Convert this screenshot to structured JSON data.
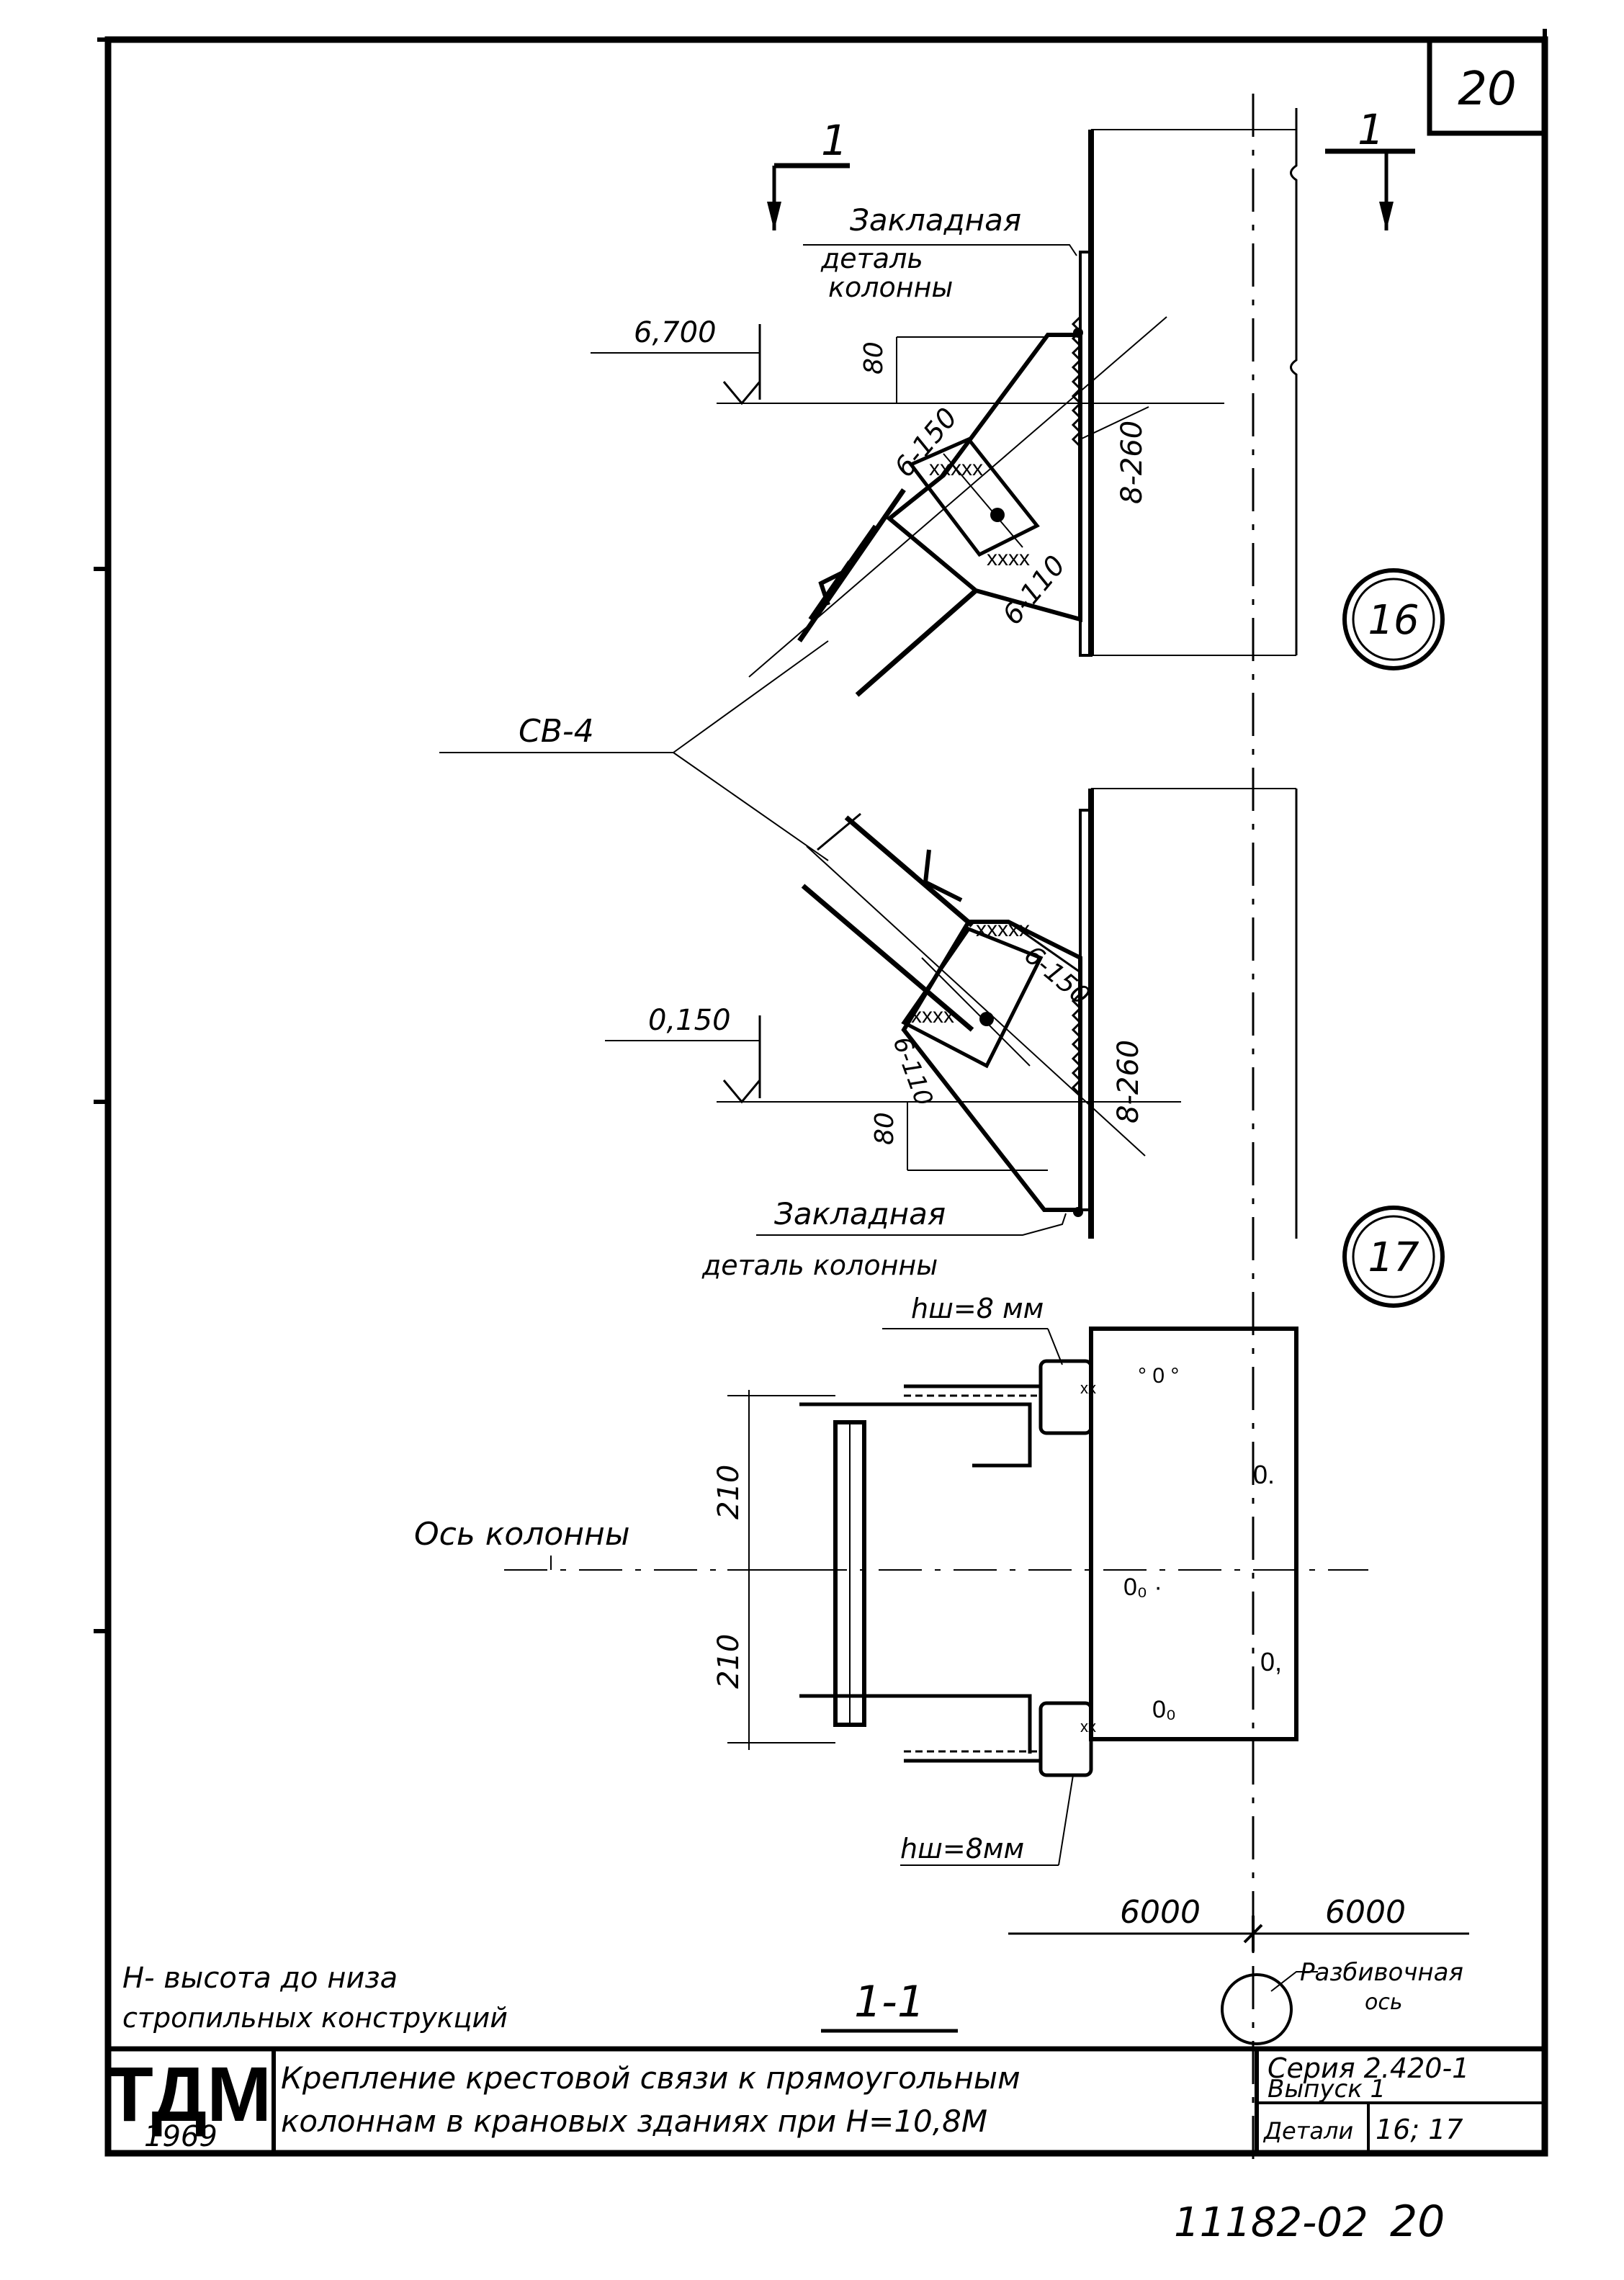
{
  "sheet": {
    "number": "20",
    "footer_code": "11182-02",
    "footer_page": "20"
  },
  "section_marks": {
    "left": "1",
    "right": "1",
    "section_title": "1-1"
  },
  "detail16": {
    "embedded_label_line1": "Закладная",
    "embedded_label_line2": "деталь",
    "embedded_label_line3": "колонны",
    "elevation": "6,700",
    "dim_80": "80",
    "weld_top": "6-150",
    "weld_bottom": "6-110",
    "weld_plate": "8-260",
    "bubble": "16"
  },
  "brace_label": "СВ-4",
  "detail17": {
    "weld_top": "6-150",
    "weld_plate": "8-260",
    "elevation": "0,150",
    "weld_bottom": "6-110",
    "dim_80": "80",
    "embedded_label_line1": "Закладная",
    "embedded_label_line2": "деталь колонны",
    "bubble": "17"
  },
  "section": {
    "weld_top": "hш=8 мм",
    "weld_bottom": "hш=8мм",
    "dim_top": "210",
    "dim_bottom": "210",
    "axis_label": "Ось колонны",
    "dim_left": "6000",
    "dim_right": "6000",
    "grid_axis_line1": "Разбивочная",
    "grid_axis_line2": "ось"
  },
  "note": {
    "line1": "H- высота до низа",
    "line2": "стропильных конструкций"
  },
  "title_block": {
    "logo": "ТДМ",
    "year": "1969",
    "title_line1": "Крепление крестовой связи к прямоугольным",
    "title_line2": "колоннам в крановых зданиях при H=10,8М",
    "series_line1": "Серия 2.420-1",
    "series_line2": "Выпуск 1",
    "details_label": "Детали",
    "details_value": "16; 17"
  }
}
